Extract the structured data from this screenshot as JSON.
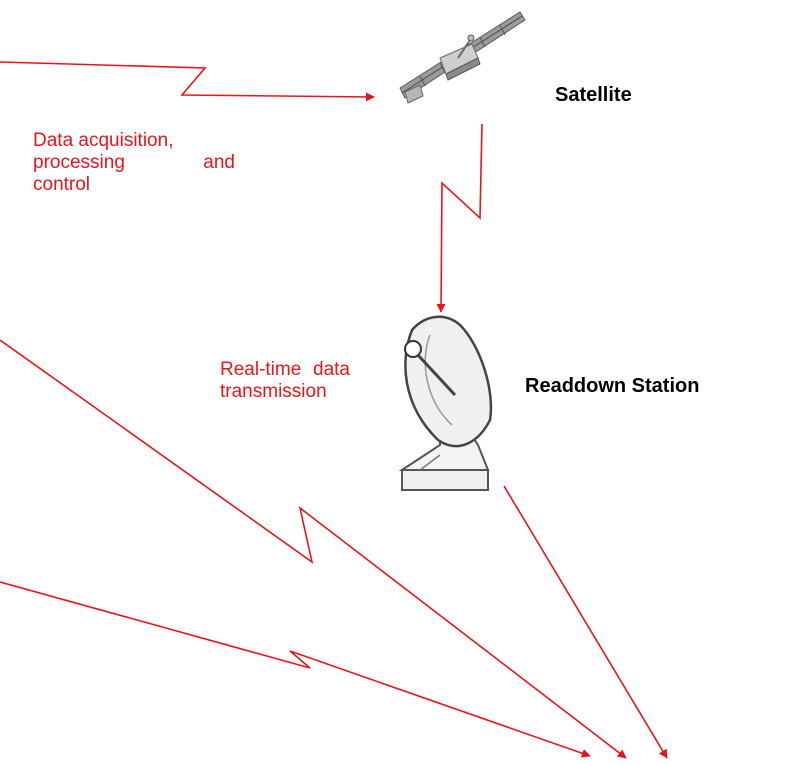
{
  "labels": {
    "satellite": "Satellite",
    "readdown_station": "Readdown Station",
    "data_acquisition": [
      "Data acquisition,",
      "processing and",
      "control"
    ],
    "real_time": [
      "Real-time data",
      "transmission"
    ]
  },
  "colors": {
    "link": "#e8141a",
    "text": "#000000"
  },
  "icons": [
    "satellite-icon",
    "satellite-dish-icon"
  ]
}
